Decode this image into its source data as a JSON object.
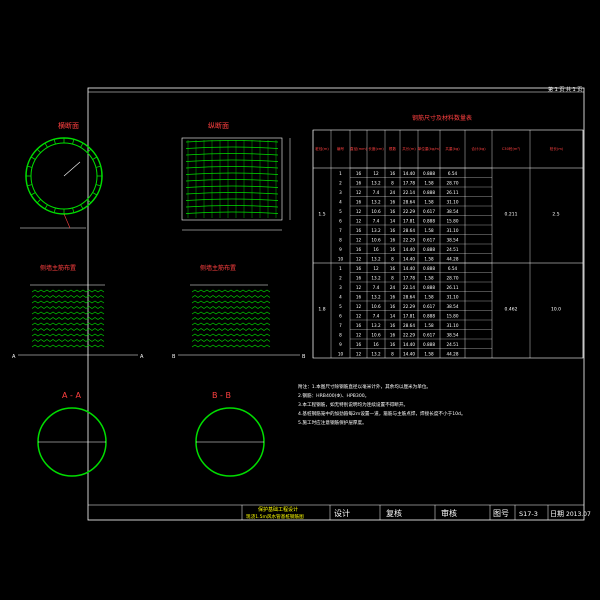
{
  "sheet": {
    "page_label": "第 1 页 共 1 页"
  },
  "views": {
    "cross_section": "横断面",
    "side_section": "纵断面",
    "upper_layout": "侧墙主筋布置",
    "lower_layout": "侧墙主筋布置",
    "section_a": "A - A",
    "section_b": "B - B",
    "marker_a": "A",
    "marker_b": "B"
  },
  "table": {
    "title": "钢筋尺寸及材料数量表",
    "headers": [
      "桩径(m)",
      "编号",
      "直径(mm)",
      "长度(cm)",
      "根数",
      "共长(m)",
      "单位重(kg/m)",
      "共重(kg)",
      "合计(kg)",
      "C30砼(m³)",
      "桩长(m)"
    ],
    "group1": {
      "diameter": "1.5",
      "concrete": "0.211",
      "length": "2.5"
    },
    "group2": {
      "diameter": "1.8",
      "concrete": "0.462",
      "length": "10.0"
    },
    "rows": [
      [
        "1",
        "16",
        "12",
        "16",
        "14.40",
        "0.888",
        "6.54"
      ],
      [
        "2",
        "16",
        "13.2",
        "8",
        "17.78",
        "1.58",
        "28.70"
      ],
      [
        "3",
        "12",
        "7.4",
        "24",
        "22.14",
        "0.888",
        "26.11"
      ],
      [
        "4",
        "16",
        "13.2",
        "16",
        "28.64",
        "1.58",
        "31.10"
      ],
      [
        "5",
        "12",
        "10.6",
        "16",
        "22.29",
        "0.617",
        "38.54"
      ],
      [
        "6",
        "12",
        "7.4",
        "14",
        "17.81",
        "0.888",
        "15.80"
      ],
      [
        "7",
        "16",
        "13.2",
        "16",
        "28.64",
        "1.58",
        "31.10"
      ],
      [
        "8",
        "12",
        "10.6",
        "16",
        "22.29",
        "0.617",
        "38.54"
      ],
      [
        "9",
        "16",
        "16",
        "16",
        "14.40",
        "0.888",
        "24.51"
      ],
      [
        "10",
        "12",
        "13.2",
        "8",
        "14.40",
        "1.58",
        "44.28"
      ],
      [
        "1",
        "16",
        "12",
        "16",
        "14.40",
        "0.888",
        "6.54"
      ],
      [
        "2",
        "16",
        "13.2",
        "8",
        "17.78",
        "1.58",
        "28.70"
      ],
      [
        "3",
        "12",
        "7.4",
        "24",
        "22.14",
        "0.888",
        "26.11"
      ],
      [
        "4",
        "16",
        "13.2",
        "16",
        "28.64",
        "1.58",
        "31.10"
      ],
      [
        "5",
        "12",
        "10.6",
        "16",
        "22.29",
        "0.617",
        "38.54"
      ],
      [
        "6",
        "12",
        "7.4",
        "14",
        "17.81",
        "0.888",
        "15.80"
      ],
      [
        "7",
        "16",
        "13.2",
        "16",
        "28.64",
        "1.58",
        "31.10"
      ],
      [
        "8",
        "12",
        "10.6",
        "16",
        "22.29",
        "0.617",
        "38.54"
      ],
      [
        "9",
        "16",
        "16",
        "16",
        "14.40",
        "0.888",
        "24.51"
      ],
      [
        "10",
        "12",
        "13.2",
        "8",
        "14.40",
        "1.58",
        "44.28"
      ]
    ]
  },
  "notes": [
    "附注：1.本图尺寸除钢筋直径以毫米计外，其余均以厘米为单位。",
    "2.钢筋：HRB400(Φ)、HPB300。",
    "3.本工程钢筋，如无特别说明均为连续设置不得断开。",
    "4.基桩钢筋笼中的加劲箍每2m设置一道，箍筋与主筋点焊，焊接长度不小于10d。",
    "5.施工时应注意钢筋保护层厚度。"
  ],
  "title_block": {
    "project_line1": "保护基础工程设计",
    "project_line2": "现浇1.5m风水管基桩钢筋图",
    "design": "设计",
    "review": "复核",
    "approve": "审核",
    "drawing_no_label": "图号",
    "drawing_no": "S17-3",
    "date_label": "日期",
    "date": "2013.07"
  },
  "colors": {
    "frame": "#ffffff",
    "rebar": "#00dd00",
    "label_red": "#ff4040",
    "title_yellow": "#ffff00"
  }
}
